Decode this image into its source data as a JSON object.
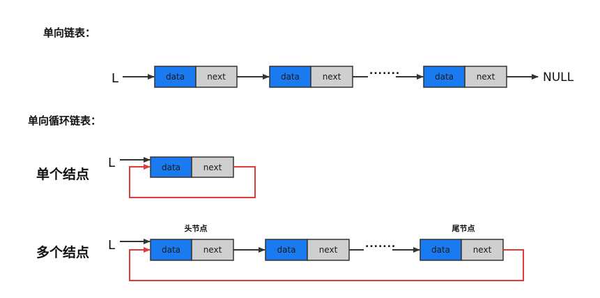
{
  "headings": {
    "singly_linked": "单向链表：",
    "circular_linked": "单向循环链表："
  },
  "cases": {
    "single_node": "单个结点",
    "multi_node": "多个结点"
  },
  "node_fields": {
    "data": "data",
    "next": "next"
  },
  "pointer_label": "L",
  "null_label": "NULL",
  "ellipsis": ".......",
  "node_tags": {
    "head": "头节点",
    "tail": "尾节点"
  },
  "colors": {
    "data_cell": "#1a7bf0",
    "next_cell": "#cfcfcf",
    "arrow": "#333333",
    "loop": "#e03a3a"
  }
}
